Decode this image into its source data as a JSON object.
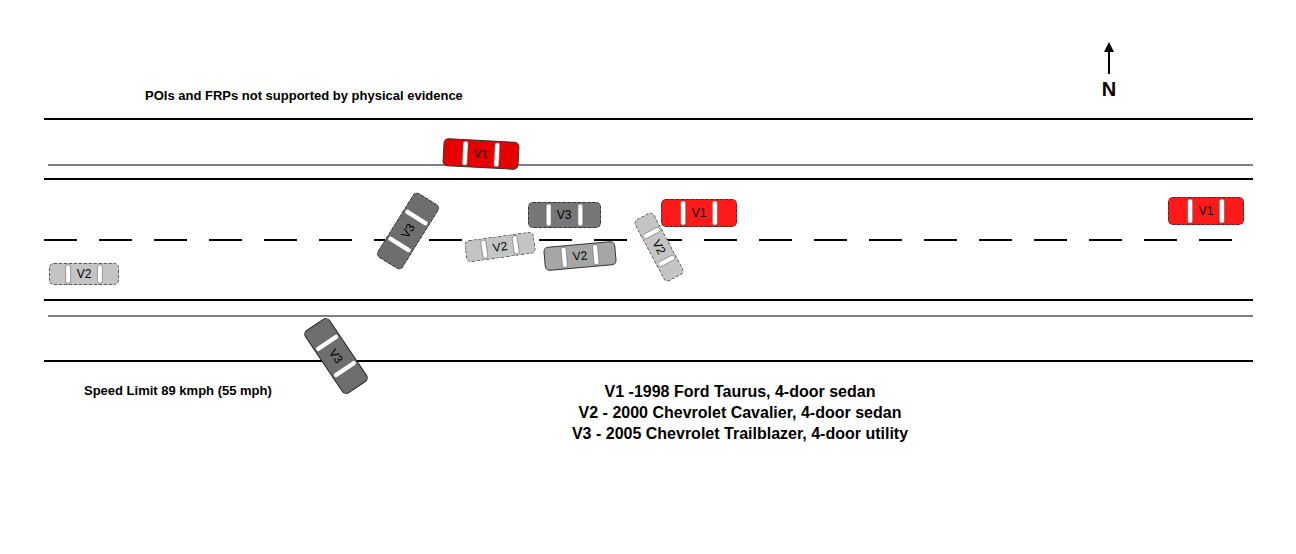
{
  "diagram": {
    "nodes": [
      {
        "text": [
          "V1"
        ]
      },
      {
        "text": [
          "V3"
        ]
      },
      {
        "text": [
          "V3"
        ]
      },
      {
        "text": [
          "V1"
        ]
      },
      {
        "text": [
          "V1"
        ]
      },
      {
        "text": [
          "V2"
        ]
      },
      {
        "text": [
          "V2"
        ]
      },
      {
        "text": [
          "V2"
        ]
      },
      {
        "text": [
          "V2"
        ]
      },
      {
        "text": [
          "V3"
        ]
      }
    ],
    "labels": [
      "POIs and FRPs not supported by physical evidence",
      "N",
      "Speed Limit 89 kmph (55 mph)",
      "V1 -1998 Ford Taurus, 4-door sedan",
      "V2 - 2000 Chevrolet Cavalier, 4-door sedan",
      "V3 - 2005 Chevrolet Trailblazer, 4-door utility"
    ]
  }
}
